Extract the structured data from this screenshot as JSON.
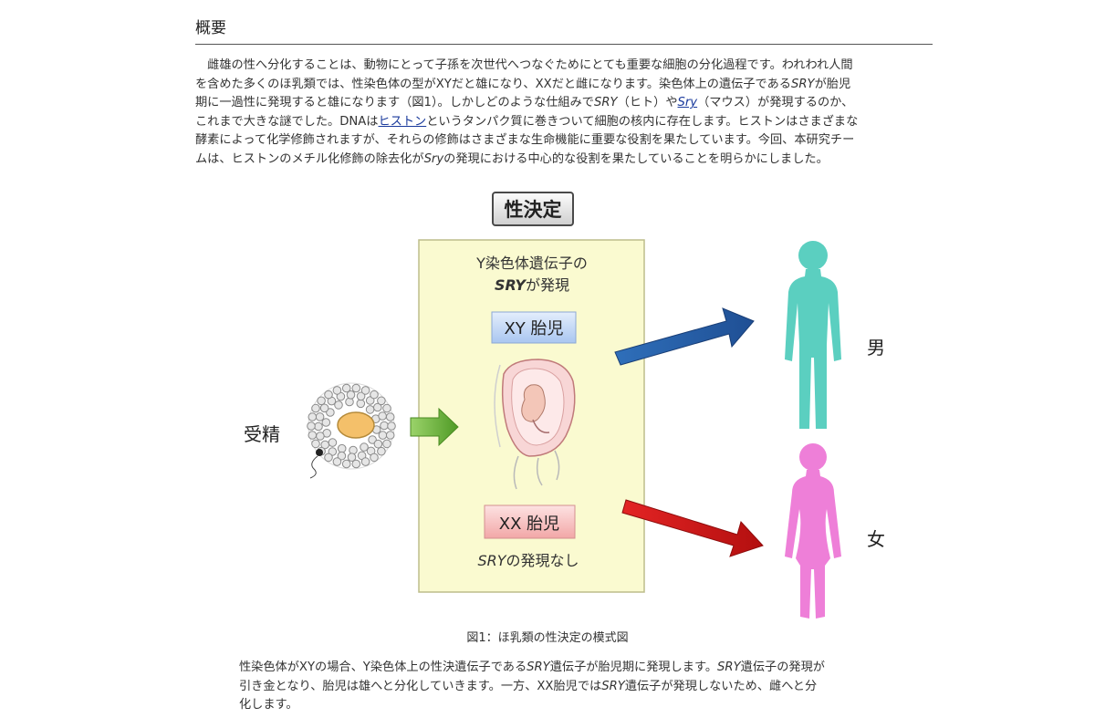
{
  "section": {
    "title": "概要"
  },
  "intro": {
    "l1": "　雌雄の性へ分化することは、動物にとって子孫を次世代へつなぐためにとても重要な細胞の分化過程です。われわれ人間",
    "l2a": "を含めた多くのほ乳類では、性染色体の型がXYだと雄になり、XXだと雌になります。染色体上の遺伝子である",
    "l2b": "SRY",
    "l2c": "が胎児",
    "l3a": "期に一過性に発現すると雄になります（図1）。しかしどのような仕組みで",
    "l3b": "SRY",
    "l3c": "（ヒト）や",
    "l3d": "Sry",
    "l3e": "（マウス）が発現するのか、",
    "l4a": "これまで大きな謎でした。DNAは",
    "l4b": "ヒストン",
    "l4c": "というタンパク質に巻きついて細胞の核内に存在します。ヒストンはさまざまな",
    "l5": "酵素によって化学修飾されますが、それらの修飾はさまざまな生命機能に重要な役割を果たしています。今回、本研究チー",
    "l6a": "ムは、ヒストンのメチル化修飾の除去化が",
    "l6b": "Sry",
    "l6c": "の発現における中心的な役割を果たしていることを明らかにしました。"
  },
  "figure": {
    "title": "性決定",
    "fertilization": "受精",
    "box_heading_1": "Y染色体遺伝子の",
    "box_heading_2a": "SRY",
    "box_heading_2b": "が発現",
    "xy_label": "XY 胎児",
    "xx_label": "XX 胎児",
    "no_expr_a": "SRY",
    "no_expr_b": "の発現なし",
    "male": "男",
    "female": "女",
    "caption": "図1：ほ乳類の性決定の模式図",
    "colors": {
      "box_fill": "#fafad0",
      "male_figure": "#5bcfc0",
      "female_figure": "#ee7fd8",
      "blue_arrow": "#2f6fba",
      "red_arrow": "#d81b1b",
      "green_arrow": "#6ab23a"
    }
  },
  "explain": {
    "l1a": "性染色体がXYの場合、Y染色体上の性決遺伝子である",
    "l1b": "SRY",
    "l1c": "遺伝子が胎児期に発現します。",
    "l1d": "SRY",
    "l1e": "遺伝子の発現が",
    "l2": "引き金となり、胎児は雄へと分化していきます。一方、XX胎児では",
    "l2b": "SRY",
    "l2c": "遺伝子が発現しないため、雌へと分",
    "l3": "化します。"
  }
}
